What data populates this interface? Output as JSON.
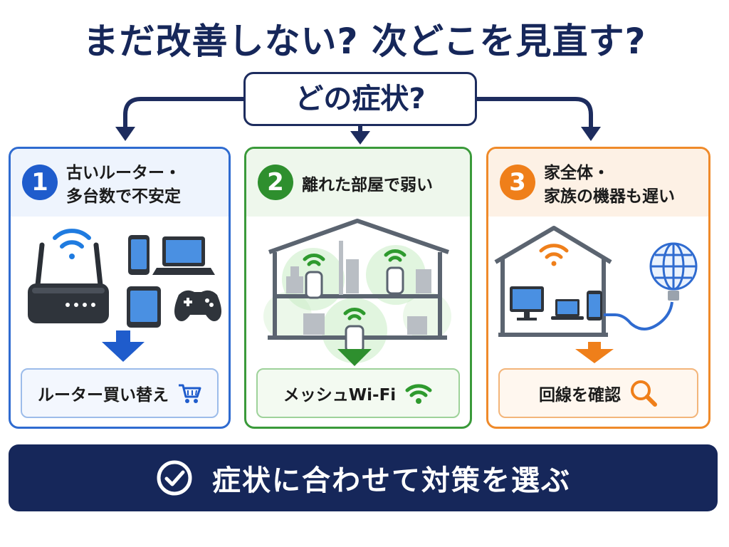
{
  "title": "まだ改善しない? 次どこを見直す?",
  "question": "どの症状?",
  "panels": [
    {
      "number": "1",
      "lines": [
        "古いルーター・",
        "多台数で不安定"
      ],
      "action": "ルーター買い替え",
      "action_icon": "cart-icon",
      "color": "#1f5ccc"
    },
    {
      "number": "2",
      "lines": [
        "離れた部屋で弱い"
      ],
      "action": "メッシュWi-Fi",
      "action_icon": "wifi-icon",
      "color": "#2e8f2e"
    },
    {
      "number": "3",
      "lines": [
        "家全体・",
        "家族の機器も遅い"
      ],
      "action": "回線を確認",
      "action_icon": "search-icon",
      "color": "#ef7f1a"
    }
  ],
  "conclusion": "症状に合わせて対策を選ぶ",
  "conclusion_icon": "check-circle-icon"
}
